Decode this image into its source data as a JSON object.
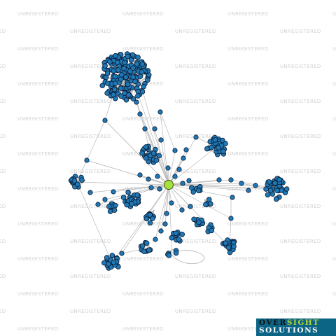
{
  "watermark": {
    "text": "UNREGISTERED"
  },
  "logo": {
    "line1_part1": "OVER",
    "line1_part2": "SIGHT",
    "line2": "SOLUTIONS"
  },
  "colors": {
    "node_fill": "#1f78b4",
    "node_stroke": "#0a1a33",
    "central_node_fill": "#a8e040",
    "edge": "#b9b9b9",
    "watermark": "#d2d2d2",
    "logo_background": "#0d6586",
    "logo_accent": "#b5d334"
  }
}
